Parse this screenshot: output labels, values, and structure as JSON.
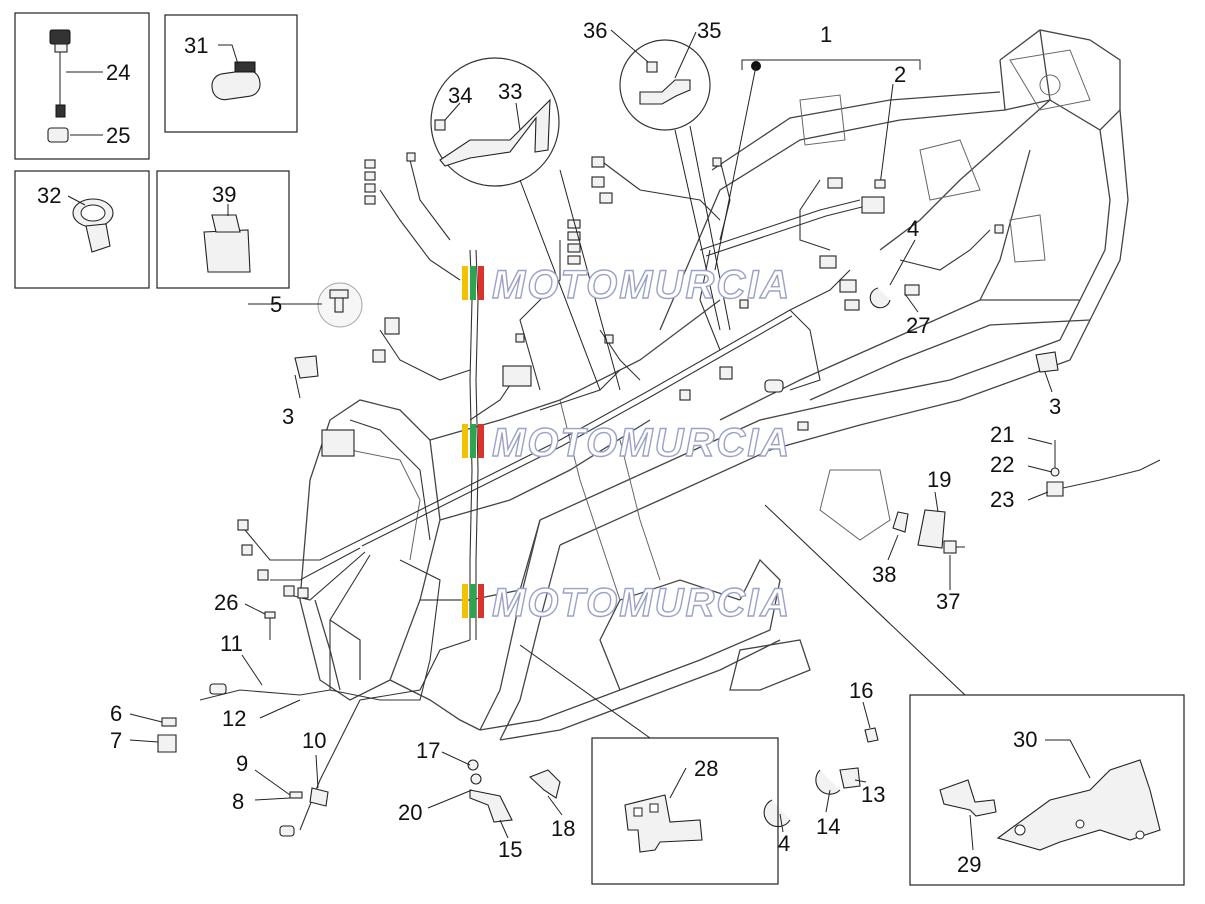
{
  "diagram": {
    "watermark": "MOTOMURCIA",
    "watermark_colors": [
      "#f2c200",
      "#2ea44f",
      "#d9342b"
    ],
    "callouts": [
      "1",
      "2",
      "3",
      "3",
      "4",
      "4",
      "5",
      "6",
      "7",
      "8",
      "9",
      "10",
      "11",
      "12",
      "13",
      "14",
      "15",
      "16",
      "17",
      "18",
      "19",
      "20",
      "21",
      "22",
      "23",
      "24",
      "25",
      "26",
      "27",
      "28",
      "29",
      "30",
      "31",
      "32",
      "33",
      "34",
      "35",
      "36",
      "37",
      "38",
      "39"
    ]
  }
}
